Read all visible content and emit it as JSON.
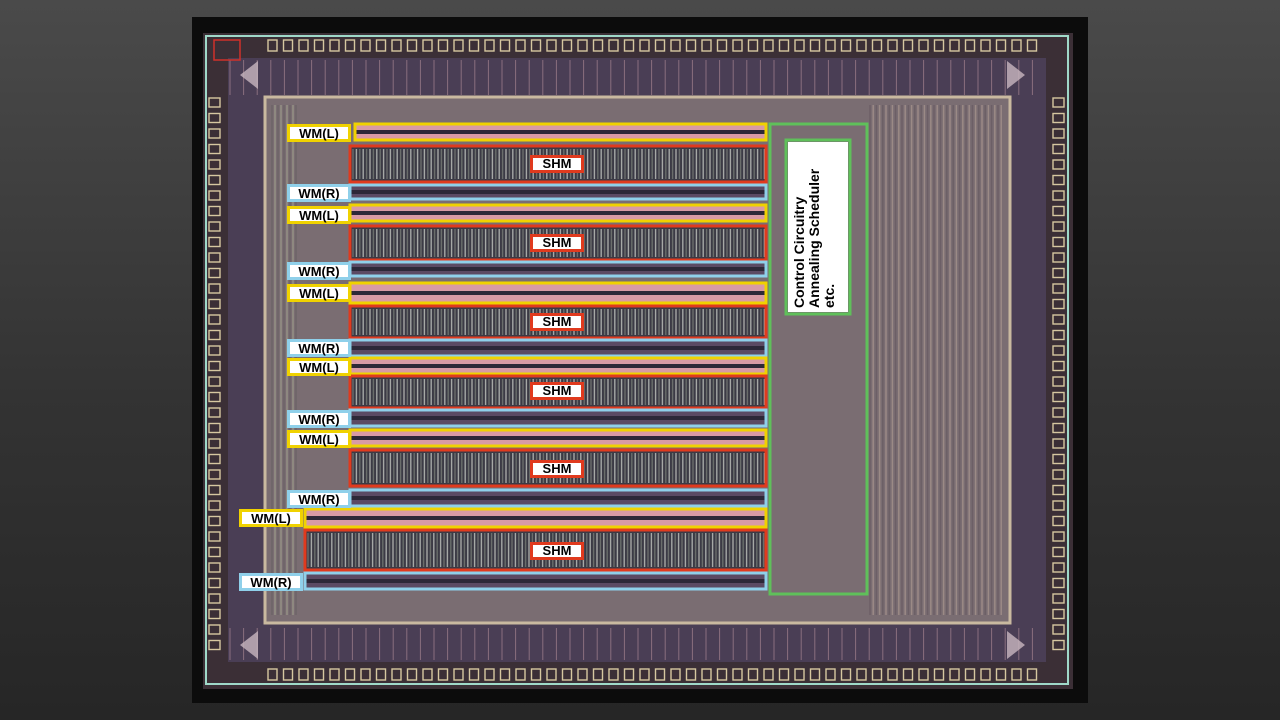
{
  "labels": {
    "wm_left": "WM(L)",
    "wm_right": "WM(R)",
    "shm": "SHM",
    "control": "Control Circuitry\nAnnealing Scheduler\netc."
  },
  "colors": {
    "wm_left_border": "#f0d200",
    "wm_right_border": "#8fd0ea",
    "shm_border": "#e03a1e",
    "control_border": "#5fc05a"
  }
}
